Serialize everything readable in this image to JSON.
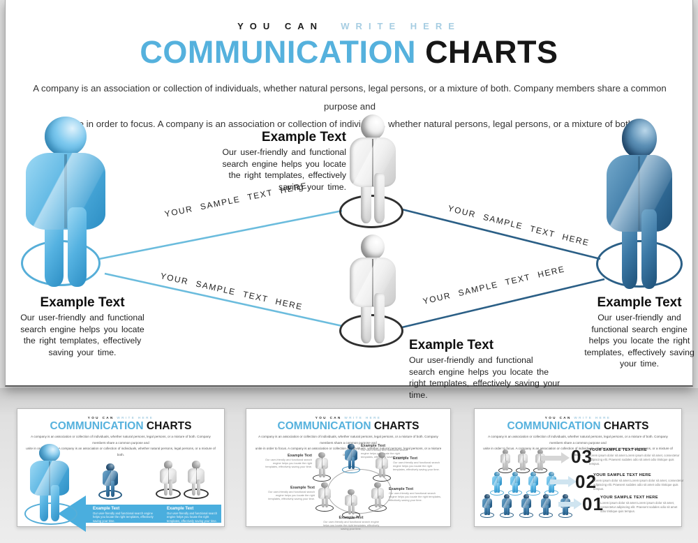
{
  "header": {
    "kicker_black": "YOU CAN",
    "kicker_blue": "WRITE HERE",
    "title_blue": "COMMUNICATION",
    "title_black": "CHARTS",
    "intro_line1": "A company is an association or collection of individuals, whether natural persons, legal persons, or a mixture of both. Company members share a common purpose and",
    "intro_line2": "unite in order to focus. A company is an association or collection of individuals, whether natural persons, legal persons, or a mixture of both."
  },
  "diagram": {
    "connector_label": "YOUR SAMPLE TEXT HERE",
    "example": {
      "title": "Example Text",
      "body": "Our user-friendly and functional search engine helps you locate the right templates, effectively saving your time."
    }
  },
  "thumbnails": {
    "slide3_items": [
      {
        "num": "03",
        "heading": "YOUR SAMPLE TEXT HERE",
        "body": "Lorem ipsum dolor sit amet Lorem ipsum dolor sit amet, consectetur adipiscing elit. Praesent sodales odio sit amet odio tristique quis tempus."
      },
      {
        "num": "02",
        "heading": "YOUR SAMPLE TEXT HERE",
        "body": "Lorem ipsum dolor sit amet Lorem ipsum dolor sit amet, consectetur adipiscing elit. Praesent sodales odio sit amet odio tristique quis tempus."
      },
      {
        "num": "01",
        "heading": "YOUR SAMPLE TEXT HERE",
        "body": "Lorem ipsum dolor sit amet Lorem ipsum dolor sit amet, consectetur adipiscing elit. Praesent sodales odio sit amet odio tristique quis tempus."
      }
    ]
  },
  "colors": {
    "accent_blue": "#55b1dd",
    "pale_blue": "#a6cde2",
    "light_connector": "#6bbcdd",
    "dark_connector": "#2b5f86",
    "arrow_blue": "#4aaede",
    "person_light_blue": "#55b2e1",
    "person_dark_blue": "#3c79a6",
    "person_gray": "#eaeaea"
  }
}
